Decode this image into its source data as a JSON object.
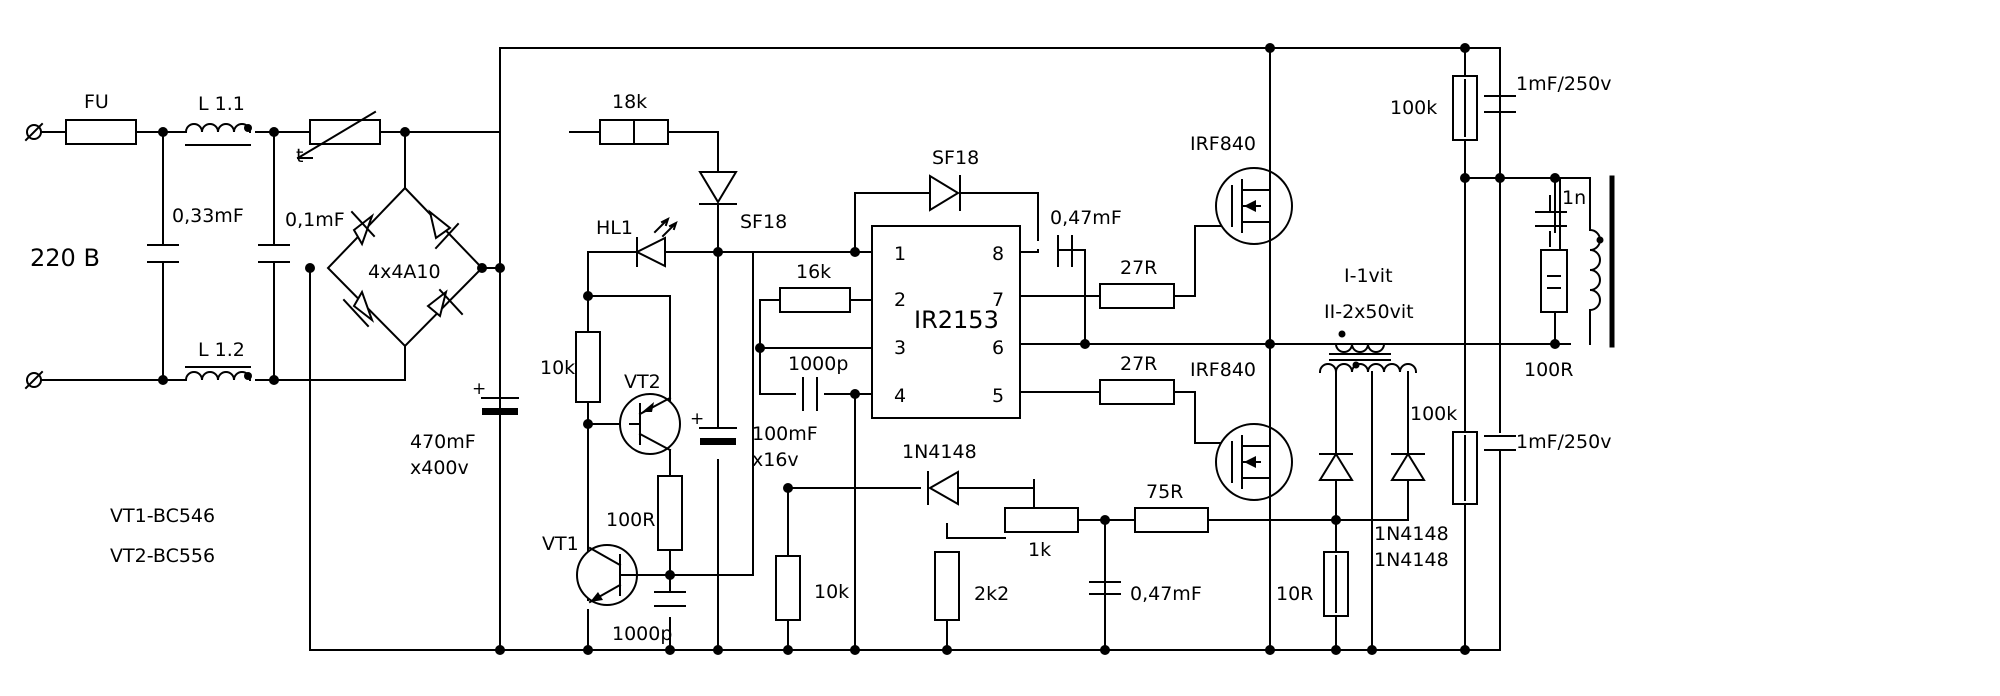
{
  "labels": {
    "fu": "FU",
    "l11": "L 1.1",
    "l12": "L 1.2",
    "c033": "0,33mF",
    "c01": "0,1mF",
    "v220": "220 B",
    "bridge": "4x4A10",
    "c470a": "470mF",
    "c470b": "x400v",
    "vt1type": "VT1-BC546",
    "vt2type": "VT2-BC556",
    "r18k": "18k",
    "sf18a": "SF18",
    "sf18b": "SF18",
    "hl1": "HL1",
    "r10ka": "10k",
    "vt2": "VT2",
    "c100a": "100mF",
    "c100b": "x16v",
    "r100": "100R",
    "vt1": "VT1",
    "c1000a": "1000p",
    "c1000b": "1000p",
    "r10kb": "10k",
    "r16k": "16k",
    "ic": "IR2153",
    "p1": "1",
    "p2": "2",
    "p3": "3",
    "p4": "4",
    "p5": "5",
    "p6": "6",
    "p7": "7",
    "p8": "8",
    "c047a": "0,47mF",
    "r27a": "27R",
    "r27b": "27R",
    "irf1": "IRF840",
    "irf2": "IRF840",
    "d1n": "1N4148",
    "r75": "75R",
    "p1k": "1k",
    "r2k2": "2k2",
    "c047b": "0,47mF",
    "r100ka": "100k",
    "r100kb": "100k",
    "c1mfa": "1mF/250v",
    "c1mfb": "1mF/250v",
    "c1n": "1n",
    "trI": "I-1vit",
    "trII": "II-2x50vit",
    "r100rb": "100R",
    "r10r": "10R",
    "d1n2a": "1N4148",
    "d1n2b": "1N4148"
  }
}
